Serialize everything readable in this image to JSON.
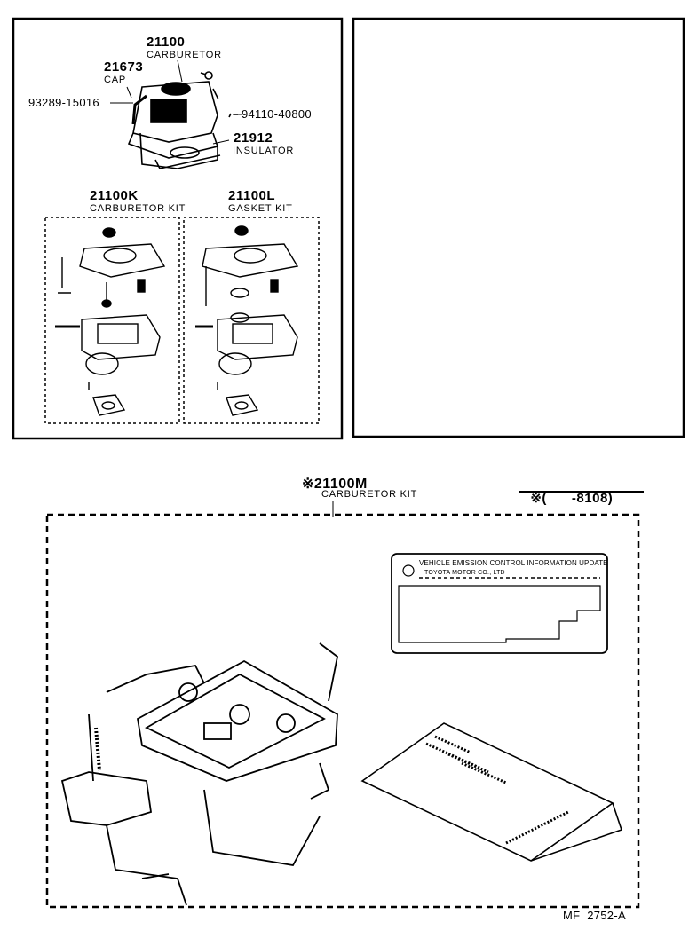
{
  "top_left_panel": {
    "carburetor": {
      "number": "21100",
      "name": "CARBURETOR"
    },
    "cap": {
      "number": "21673",
      "name": "CAP"
    },
    "screw": {
      "number": "93289-15016"
    },
    "nut": {
      "number": "94110-40800"
    },
    "insulator": {
      "number": "21912",
      "name": "INSULATOR"
    },
    "carb_kit_k": {
      "number": "21100K",
      "name": "CARBURETOR KIT"
    },
    "gasket_kit_l": {
      "number": "21100L",
      "name": "GASKET KIT"
    }
  },
  "bottom_panel": {
    "kit_m": {
      "mark": "※",
      "number": "21100M",
      "name": "CARBURETOR KIT"
    },
    "range_note": {
      "mark": "※",
      "text": "(      -8108)"
    },
    "emission_label": {
      "line1": "VEHICLE EMISSION CONTROL INFORMATION UPDATE",
      "line2": "TOYOTA MOTOR CO., LTD"
    }
  },
  "footer": {
    "code": "MF  2752-A"
  }
}
